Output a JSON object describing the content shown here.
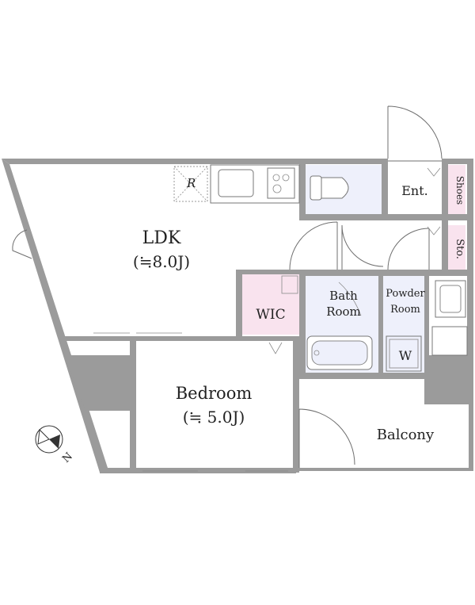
{
  "rooms": {
    "ldk": {
      "name": "LDK",
      "size": "(≒8.0J)"
    },
    "bedroom": {
      "name": "Bedroom",
      "size": "(≒ 5.0J)"
    },
    "wic": "WIC",
    "bath": {
      "line1": "Bath",
      "line2": "Room"
    },
    "powder": {
      "line1": "Powder",
      "line2": "Room"
    },
    "entrance": "Ent.",
    "shoes": "Shoes",
    "storage": "Sto.",
    "balcony": "Balcony"
  },
  "fixtures": {
    "refrigerator": "R",
    "washer": "W"
  },
  "compass": {
    "label": "N"
  },
  "colors": {
    "wall": "#9b9b9b",
    "wet_area": "#eef0fb",
    "closet": "#f9e3ee"
  }
}
